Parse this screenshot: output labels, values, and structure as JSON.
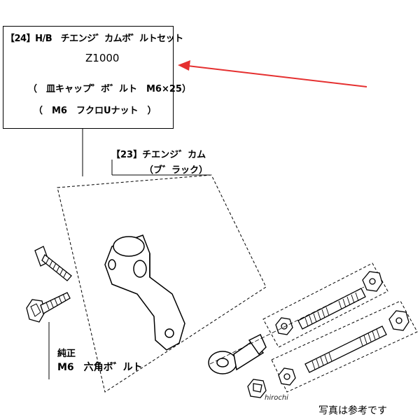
{
  "labels": {
    "part24_title": "【24】H/B　チエンジ゛カムボ゛ルトセット",
    "part24_model": "Z1000",
    "part24_bolt": "（　皿キャップ゜ボ゛ルト　M6×25）",
    "part24_nut": "（　M6　フクロUナット　）",
    "part23_title": "【23】チエンジ゛カム",
    "part23_color": "（ブ゛ラック）",
    "standard_line1": "純正",
    "standard_line2": "M6　六角ボ゛ルト",
    "watermark": "hirochi",
    "caption": "写真は参考です"
  },
  "colors": {
    "arrow": "#e53030",
    "line": "#000000",
    "background": "#ffffff"
  }
}
